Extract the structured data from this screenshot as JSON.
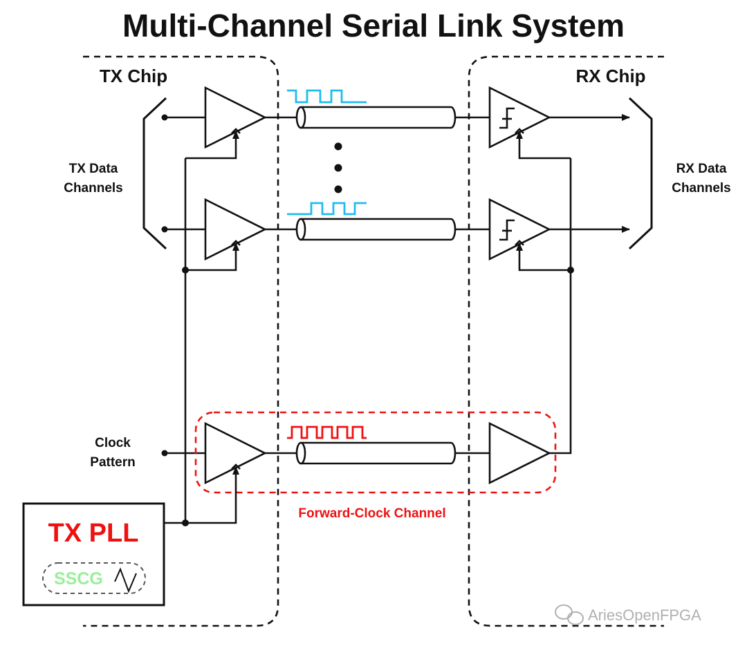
{
  "title": "Multi-Channel Serial Link System",
  "tx_chip_label": "TX Chip",
  "rx_chip_label": "RX Chip",
  "tx_data_label": [
    "TX Data",
    "Channels"
  ],
  "rx_data_label": [
    "RX Data",
    "Channels"
  ],
  "clock_label": [
    "Clock",
    "Pattern"
  ],
  "pll_label": "TX PLL",
  "sscg_label": "SSCG",
  "forward_clock_label": "Forward-Clock Channel",
  "watermark": "AriesOpenFPGA",
  "colors": {
    "line": "#111111",
    "data_waveform": "#22bbee",
    "clock_waveform": "#ee1111",
    "forward_clock": "#ee1111",
    "pll_text": "#ee1111",
    "sscg_text": "#99ee99",
    "watermark": "#b0b0b0"
  },
  "icons": [
    "buffer-triangle-icon",
    "schmitt-trigger-icon",
    "clock-edge-icon",
    "cable-cylinder-icon",
    "sine-wave-icon",
    "arrowhead-icon",
    "wechat-logo-icon"
  ]
}
